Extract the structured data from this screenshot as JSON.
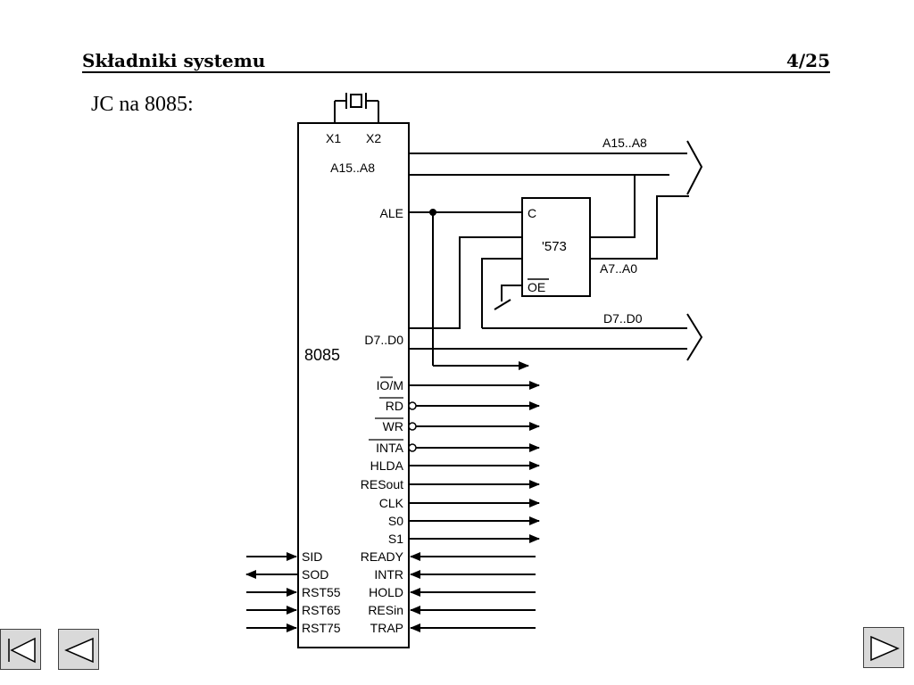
{
  "header": {
    "title": "Składniki systemu",
    "page_number": "4/25"
  },
  "subtitle": "JC na 8085:",
  "diagram": {
    "cpu_label": "8085",
    "crystal_pins": [
      "X1",
      "X2"
    ],
    "latch_label": "'573",
    "latch_pins": {
      "clock": "C",
      "output_enable": "OE"
    },
    "bus_labels": {
      "high_address": "A15..A8",
      "low_address": "A7..A0",
      "data": "D7..D0"
    },
    "cpu_pins_right": [
      "A15..A8",
      "ALE",
      "D7..D0",
      "IO/M",
      "RD",
      "WR",
      "INTA",
      "HLDA",
      "RESout",
      "CLK",
      "S0",
      "S1",
      "READY",
      "INTR",
      "HOLD",
      "RESin",
      "TRAP"
    ],
    "cpu_pins_left": [
      "SID",
      "SOD",
      "RST55",
      "RST65",
      "RST75"
    ]
  },
  "navigation": {
    "first_icon": "first-page-icon",
    "prev_icon": "previous-page-icon",
    "next_icon": "next-page-icon"
  }
}
